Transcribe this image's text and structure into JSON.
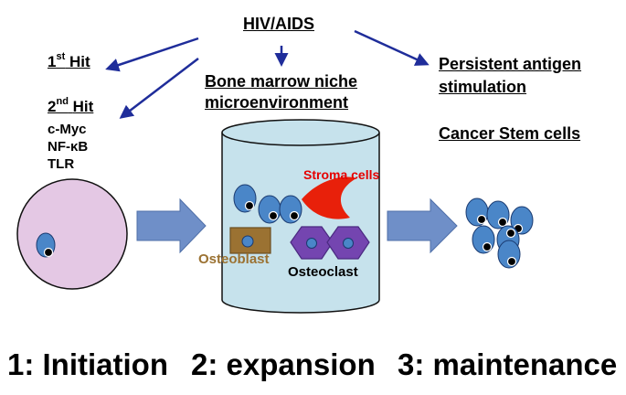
{
  "title": "HIV/AIDS",
  "hits": {
    "first": {
      "number": "1",
      "suffix": "st",
      "word": "Hit"
    },
    "second": {
      "number": "2",
      "suffix": "nd",
      "word": "Hit"
    },
    "factors": [
      "c-Myc",
      "NF-κB",
      "TLR"
    ]
  },
  "niche": {
    "line1": "Bone marrow niche",
    "line2": "microenvironment"
  },
  "antigen": {
    "line1": "Persistent antigen",
    "line2": "stimulation"
  },
  "stem_cells": "Cancer Stem cells",
  "cells": {
    "stroma": "Stroma cells",
    "osteoblast": "Osteoblast",
    "osteoclast": "Osteoclast"
  },
  "stages": [
    "1: Initiation",
    "2: expansion",
    "3: maintenance"
  ],
  "colors": {
    "arrow": "#1f2d9a",
    "cell_blue": "#4a86c8",
    "cylinder_fill": "#c6e2ec",
    "initiation_cell": "#e4c8e4",
    "stroma": "#e8200a",
    "osteoblast": "#9b7232",
    "osteoclast": "#7445b0",
    "block_arrow": "#6f8fc8"
  }
}
